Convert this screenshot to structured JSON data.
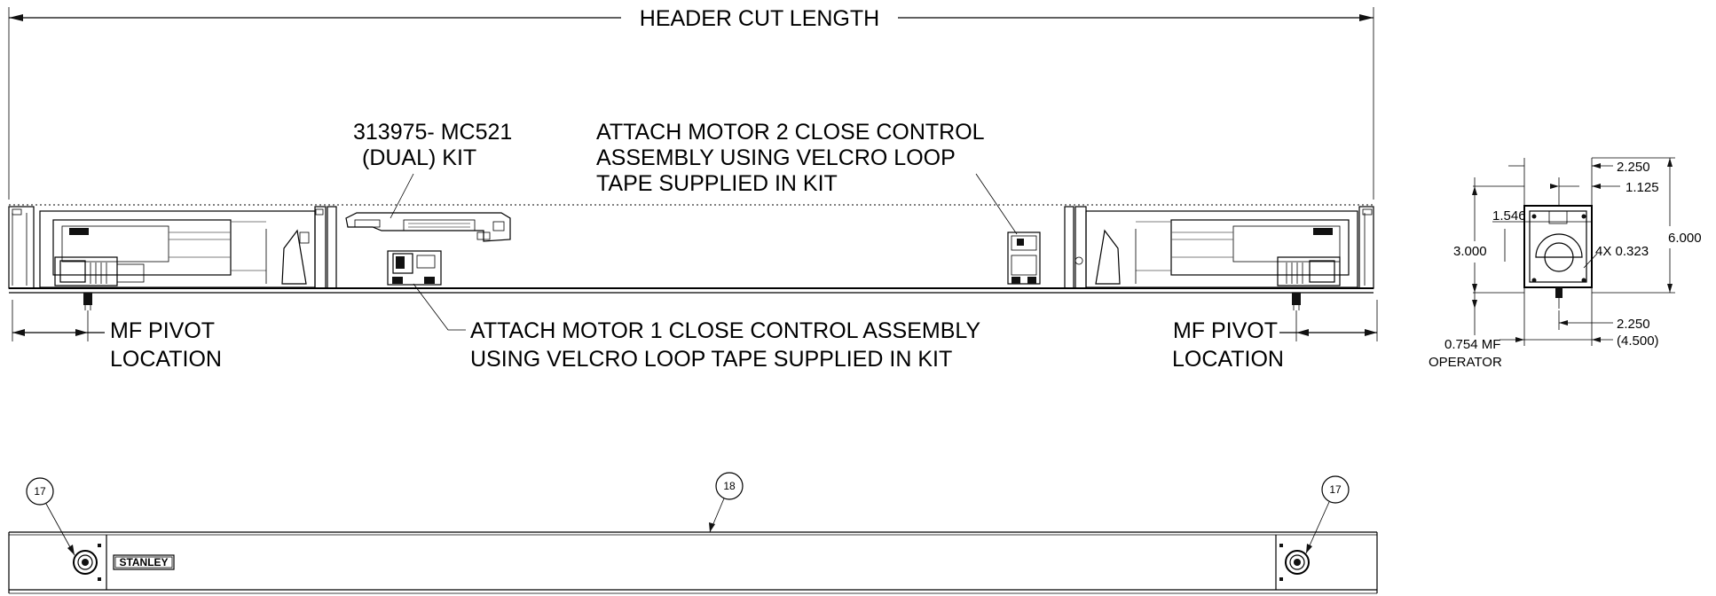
{
  "top_view": {
    "header_cut_length": "HEADER CUT LENGTH",
    "kit_label_line1": "313975- MC521",
    "kit_label_line2": "(DUAL) KIT",
    "motor2_line1": "ATTACH MOTOR 2 CLOSE CONTROL",
    "motor2_line2": "ASSEMBLY USING VELCRO LOOP",
    "motor2_line3": "TAPE SUPPLIED IN KIT",
    "motor1_line1": "ATTACH MOTOR 1 CLOSE CONTROL ASSEMBLY",
    "motor1_line2": "USING VELCRO LOOP TAPE SUPPLIED IN KIT",
    "pivot_left_line1": "MF PIVOT",
    "pivot_left_line2": "LOCATION",
    "pivot_right_line1": "MF PIVOT",
    "pivot_right_line2": "LOCATION"
  },
  "section_view": {
    "dim_top_width": "2.250",
    "dim_top_half": "1.125",
    "dim_height_upper": "1.546",
    "dim_height_mid": "3.000",
    "dim_holes": "4X 0.323",
    "dim_overall_height": "6.000",
    "dim_bottom_width": "2.250",
    "dim_bottom_total": "(4.500)",
    "pivot_offset_line1": "0.754 MF",
    "pivot_offset_line2": "OPERATOR"
  },
  "front_view": {
    "balloon_left": "17",
    "balloon_center": "18",
    "balloon_right": "17",
    "brand_plate": "STANLEY"
  }
}
